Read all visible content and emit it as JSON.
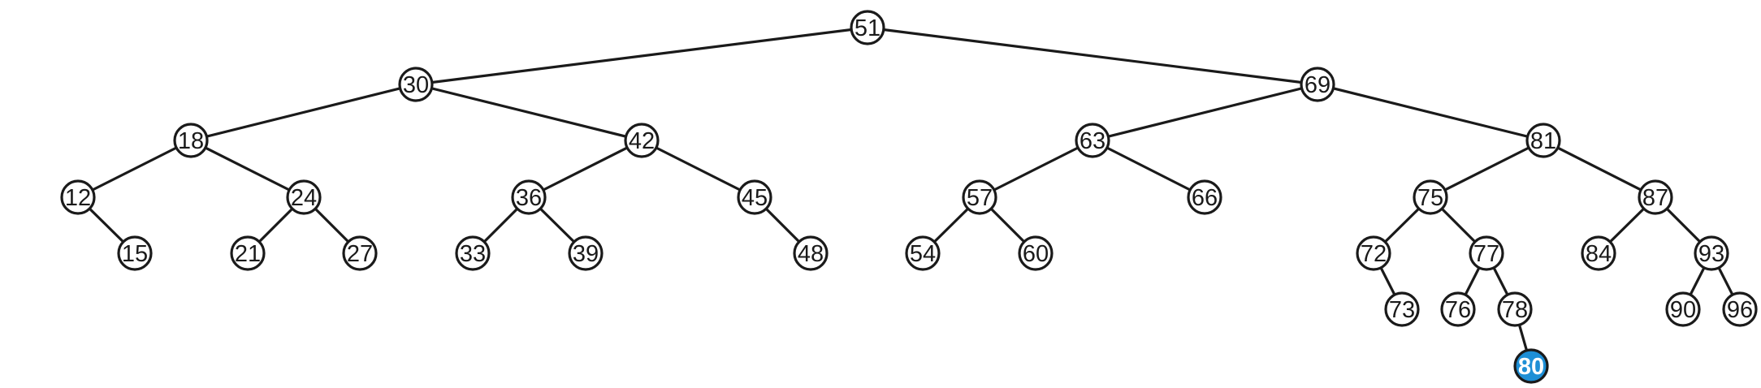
{
  "tree": {
    "colors": {
      "node_fill": "#ffffff",
      "node_stroke": "#1a1a1a",
      "edge": "#1a1a1a",
      "highlight_fill": "#1e8fd6",
      "highlight_text": "#ffffff"
    },
    "highlighted_node": "80",
    "nodes": [
      {
        "label": "51",
        "parent": null
      },
      {
        "label": "30",
        "parent": "51"
      },
      {
        "label": "69",
        "parent": "51"
      },
      {
        "label": "18",
        "parent": "30"
      },
      {
        "label": "42",
        "parent": "30"
      },
      {
        "label": "63",
        "parent": "69"
      },
      {
        "label": "81",
        "parent": "69"
      },
      {
        "label": "12",
        "parent": "18"
      },
      {
        "label": "24",
        "parent": "18"
      },
      {
        "label": "36",
        "parent": "42"
      },
      {
        "label": "45",
        "parent": "42"
      },
      {
        "label": "57",
        "parent": "63"
      },
      {
        "label": "66",
        "parent": "63"
      },
      {
        "label": "75",
        "parent": "81"
      },
      {
        "label": "87",
        "parent": "81"
      },
      {
        "label": "15",
        "parent": "12"
      },
      {
        "label": "21",
        "parent": "24"
      },
      {
        "label": "27",
        "parent": "24"
      },
      {
        "label": "33",
        "parent": "36"
      },
      {
        "label": "39",
        "parent": "36"
      },
      {
        "label": "48",
        "parent": "45"
      },
      {
        "label": "54",
        "parent": "57"
      },
      {
        "label": "60",
        "parent": "57"
      },
      {
        "label": "72",
        "parent": "75"
      },
      {
        "label": "77",
        "parent": "75"
      },
      {
        "label": "84",
        "parent": "87"
      },
      {
        "label": "93",
        "parent": "87"
      },
      {
        "label": "73",
        "parent": "72"
      },
      {
        "label": "76",
        "parent": "77"
      },
      {
        "label": "78",
        "parent": "77"
      },
      {
        "label": "90",
        "parent": "93"
      },
      {
        "label": "96",
        "parent": "93"
      },
      {
        "label": "80",
        "parent": "78"
      }
    ]
  }
}
